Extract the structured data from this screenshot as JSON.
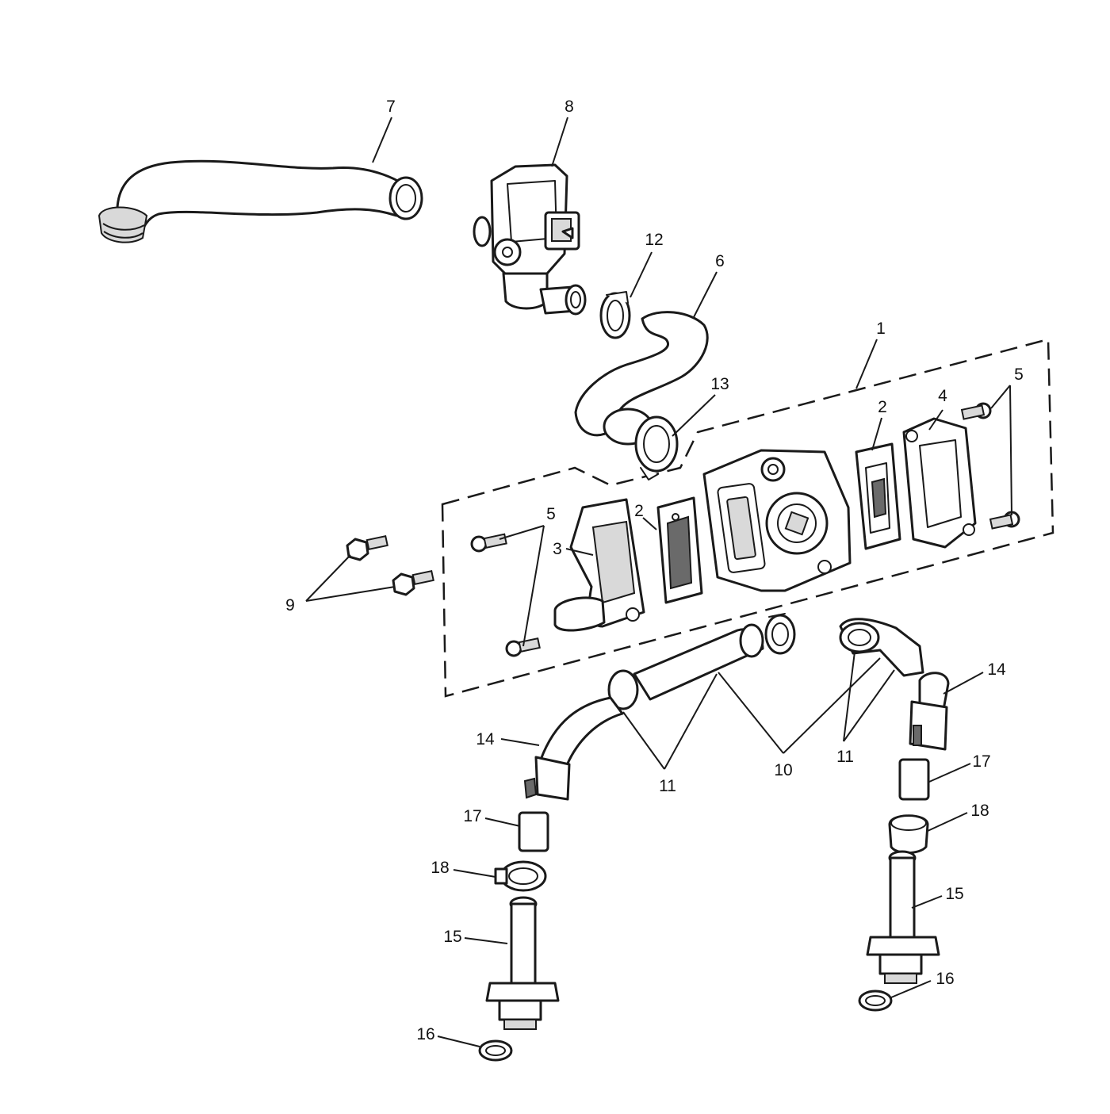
{
  "callouts": [
    {
      "id": "c7",
      "label": "7"
    },
    {
      "id": "c8",
      "label": "8"
    },
    {
      "id": "c12",
      "label": "12"
    },
    {
      "id": "c6",
      "label": "6"
    },
    {
      "id": "c1",
      "label": "1"
    },
    {
      "id": "c13",
      "label": "13"
    },
    {
      "id": "c5a",
      "label": "5"
    },
    {
      "id": "c2a",
      "label": "2"
    },
    {
      "id": "c4",
      "label": "4"
    },
    {
      "id": "c5b",
      "label": "5"
    },
    {
      "id": "c2b",
      "label": "2"
    },
    {
      "id": "c3",
      "label": "3"
    },
    {
      "id": "c9",
      "label": "9"
    },
    {
      "id": "c14a",
      "label": "14"
    },
    {
      "id": "c14b",
      "label": "14"
    },
    {
      "id": "c11a",
      "label": "11"
    },
    {
      "id": "c10",
      "label": "10"
    },
    {
      "id": "c11b",
      "label": "11"
    },
    {
      "id": "c17a",
      "label": "17"
    },
    {
      "id": "c17b",
      "label": "17"
    },
    {
      "id": "c18a",
      "label": "18"
    },
    {
      "id": "c18b",
      "label": "18"
    },
    {
      "id": "c15a",
      "label": "15"
    },
    {
      "id": "c15b",
      "label": "15"
    },
    {
      "id": "c16a",
      "label": "16"
    },
    {
      "id": "c16b",
      "label": "16"
    }
  ]
}
